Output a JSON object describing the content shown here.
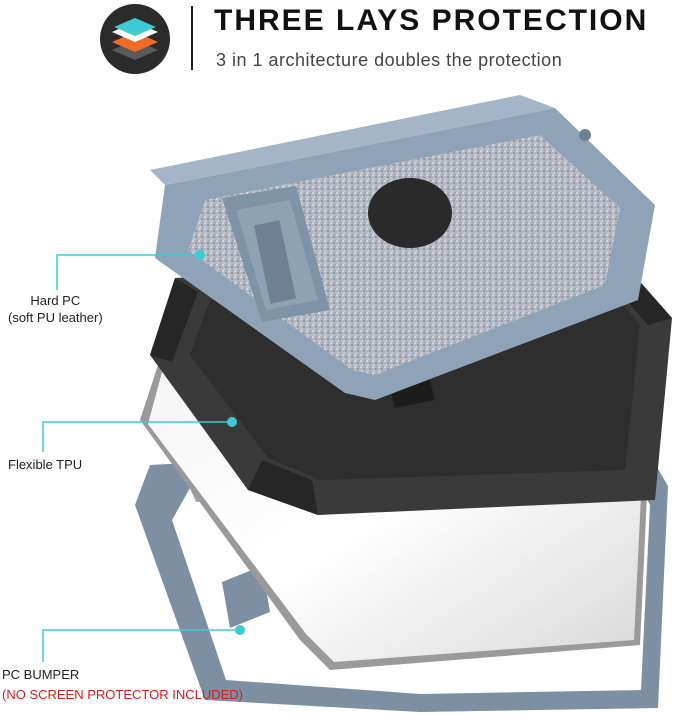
{
  "header": {
    "title": "THREE LAYS PROTECTION",
    "subtitle": "3 in 1 architecture doubles the protection",
    "icon": "layers-icon"
  },
  "layers": [
    {
      "name": "Hard PC",
      "detail": "(soft PU leather)"
    },
    {
      "name": "Flexible TPU"
    },
    {
      "name": "PC BUMPER",
      "note": "(NO SCREEN PROTECTOR INCLUDED)"
    }
  ],
  "colors": {
    "accent": "#3ecbd4",
    "glitter": "#b8bcc6",
    "frame": "#8fa3b8",
    "tpu": "#333333",
    "note": "#d22020"
  }
}
